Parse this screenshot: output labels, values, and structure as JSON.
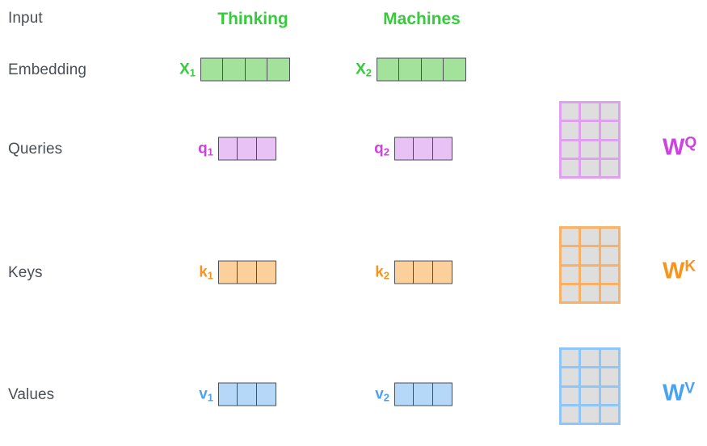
{
  "diagram": {
    "title_tokens": [
      "Thinking",
      "Machines"
    ],
    "token_color": "#35cc3c",
    "background": "#ffffff",
    "row_labels": {
      "input": "Input",
      "embedding": "Embedding",
      "queries": "Queries",
      "keys": "Keys",
      "values": "Values"
    },
    "row_label_color": "#4a4f57",
    "cell_border_color": "#4a4f57",
    "matrix_cell_fill": "#dedede"
  },
  "rows": [
    {
      "id": "embedding",
      "label": "Embedding",
      "accent": "#35cc3c",
      "cell_fill": "#a2e29a",
      "cells_per_vector": 4,
      "vectors": [
        {
          "name": "X",
          "index": "1",
          "label": "X",
          "sub": "1"
        },
        {
          "name": "X",
          "index": "2",
          "label": "X",
          "sub": "2"
        }
      ],
      "matrix": null
    },
    {
      "id": "queries",
      "label": "Queries",
      "accent": "#cc44e0",
      "cell_fill": "#e8c2f5",
      "cells_per_vector": 3,
      "vectors": [
        {
          "name": "q",
          "index": "1",
          "label": "q",
          "sub": "1"
        },
        {
          "name": "q",
          "index": "2",
          "label": "q",
          "sub": "2"
        }
      ],
      "matrix": {
        "name": "W",
        "superscript": "Q",
        "rows": 4,
        "cols": 3,
        "grid_color": "#e0a0f0",
        "cell_fill": "#dedede"
      }
    },
    {
      "id": "keys",
      "label": "Keys",
      "accent": "#f7941e",
      "cell_fill": "#fbd09b",
      "cells_per_vector": 3,
      "vectors": [
        {
          "name": "k",
          "index": "1",
          "label": "k",
          "sub": "1"
        },
        {
          "name": "k",
          "index": "2",
          "label": "k",
          "sub": "2"
        }
      ],
      "matrix": {
        "name": "W",
        "superscript": "K",
        "rows": 4,
        "cols": 3,
        "grid_color": "#f9b265",
        "cell_fill": "#dedede"
      }
    },
    {
      "id": "values",
      "label": "Values",
      "accent": "#4aa3f0",
      "cell_fill": "#b5d7f8",
      "cells_per_vector": 3,
      "vectors": [
        {
          "name": "v",
          "index": "1",
          "label": "v",
          "sub": "1"
        },
        {
          "name": "v",
          "index": "2",
          "label": "v",
          "sub": "2"
        }
      ],
      "matrix": {
        "name": "W",
        "superscript": "V",
        "rows": 4,
        "cols": 3,
        "grid_color": "#8ec6f7",
        "cell_fill": "#dedede"
      }
    }
  ]
}
